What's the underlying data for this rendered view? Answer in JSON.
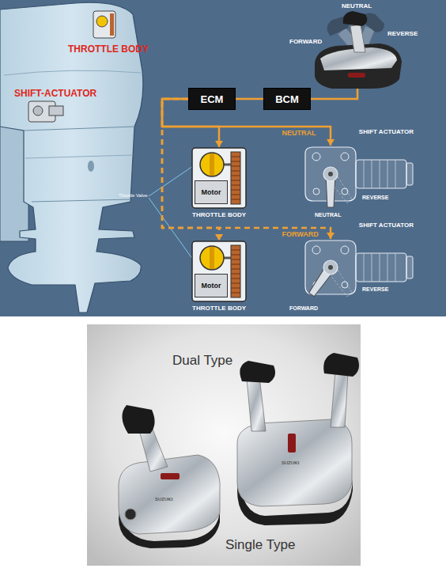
{
  "diagram": {
    "nodes": [
      {
        "text": [
          "ECM"
        ]
      },
      {
        "text": [
          "BCM"
        ]
      },
      {
        "text": [
          "Motor",
          "THROTTLE BODY"
        ]
      },
      {
        "text": [
          "SHIFT ACTUATOR"
        ]
      },
      {
        "text": [
          "Motor",
          "THROTTLE BODY"
        ]
      },
      {
        "text": [
          "SHIFT ACTUATOR"
        ]
      }
    ],
    "edges": [
      {
        "from": 0,
        "to": 1,
        "arrow": "none"
      },
      {
        "from": 0,
        "to": 2,
        "arrow": "to"
      },
      {
        "from": 0,
        "to": 3,
        "arrow": "to",
        "label": "NEUTRAL"
      },
      {
        "from": 0,
        "to": 4,
        "arrow": "to"
      },
      {
        "from": 0,
        "to": 5,
        "arrow": "to",
        "label": "FORWARD"
      }
    ],
    "labels": [
      "THROTTLE BODY",
      "SHIFT-ACTUATOR",
      "NEUTRAL",
      "FORWARD",
      "REVERSE",
      "Throttle Valve",
      "REVERSE",
      "NEUTRAL",
      "REVERSE",
      "FORWARD",
      "Dual Type",
      "Single Type",
      "SUZUKI",
      "SUZUKI"
    ]
  }
}
